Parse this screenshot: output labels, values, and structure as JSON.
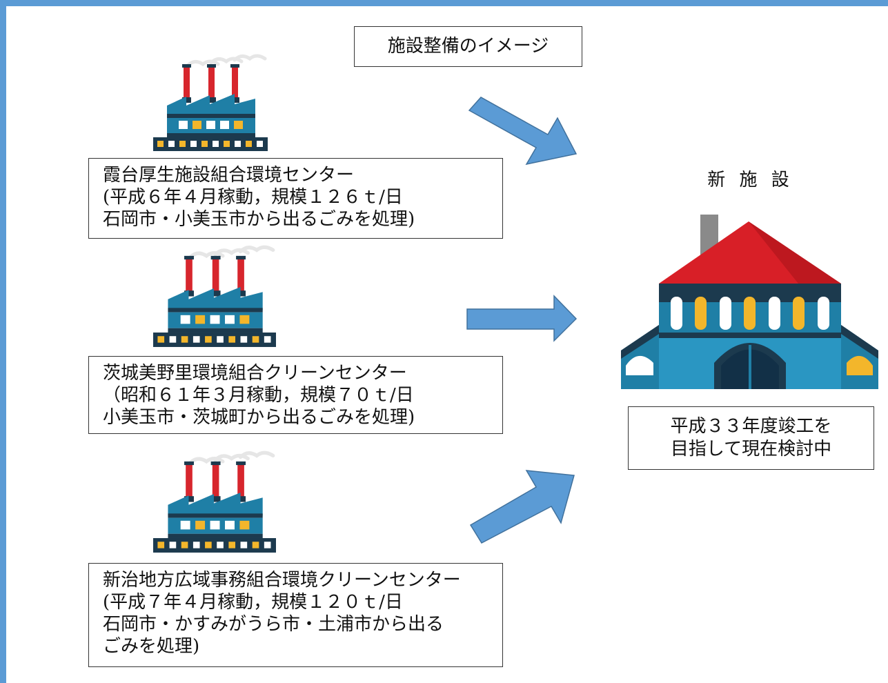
{
  "title": "施設整備のイメージ",
  "existing_facilities": [
    {
      "name": "霞台厚生施設組合環境センター",
      "lines": [
        "(平成６年４月稼動，規模１２６ｔ/日",
        "石岡市・小美玉市から出るごみを処理)"
      ]
    },
    {
      "name": "茨城美野里環境組合クリーンセンター",
      "lines": [
        "（昭和６１年３月稼動，規模７０ｔ/日",
        "小美玉市・茨城町から出るごみを処理)"
      ]
    },
    {
      "name": "新治地方広域事務組合環境クリーンセンター",
      "lines": [
        "(平成７年４月稼動，規模１２０ｔ/日",
        "石岡市・かすみがうら市・土浦市から出る",
        "ごみを処理)"
      ]
    }
  ],
  "new_facility": {
    "label": "新 施 設",
    "status_lines": [
      "平成３３年度竣工を",
      "目指して現在検討中"
    ]
  },
  "colors": {
    "frame": "#5b9bd5",
    "arrow": "#5b9bd5",
    "arrow_stroke": "#41719c",
    "factory_teal": "#1f7fa6",
    "factory_dark": "#1c3a4e",
    "chimney_red": "#d7262d",
    "window_yellow": "#f3b62b",
    "roof_red": "#d81f27"
  },
  "icons": [
    "factory-icon",
    "new-facility-building-icon",
    "arrow-right-icon"
  ]
}
